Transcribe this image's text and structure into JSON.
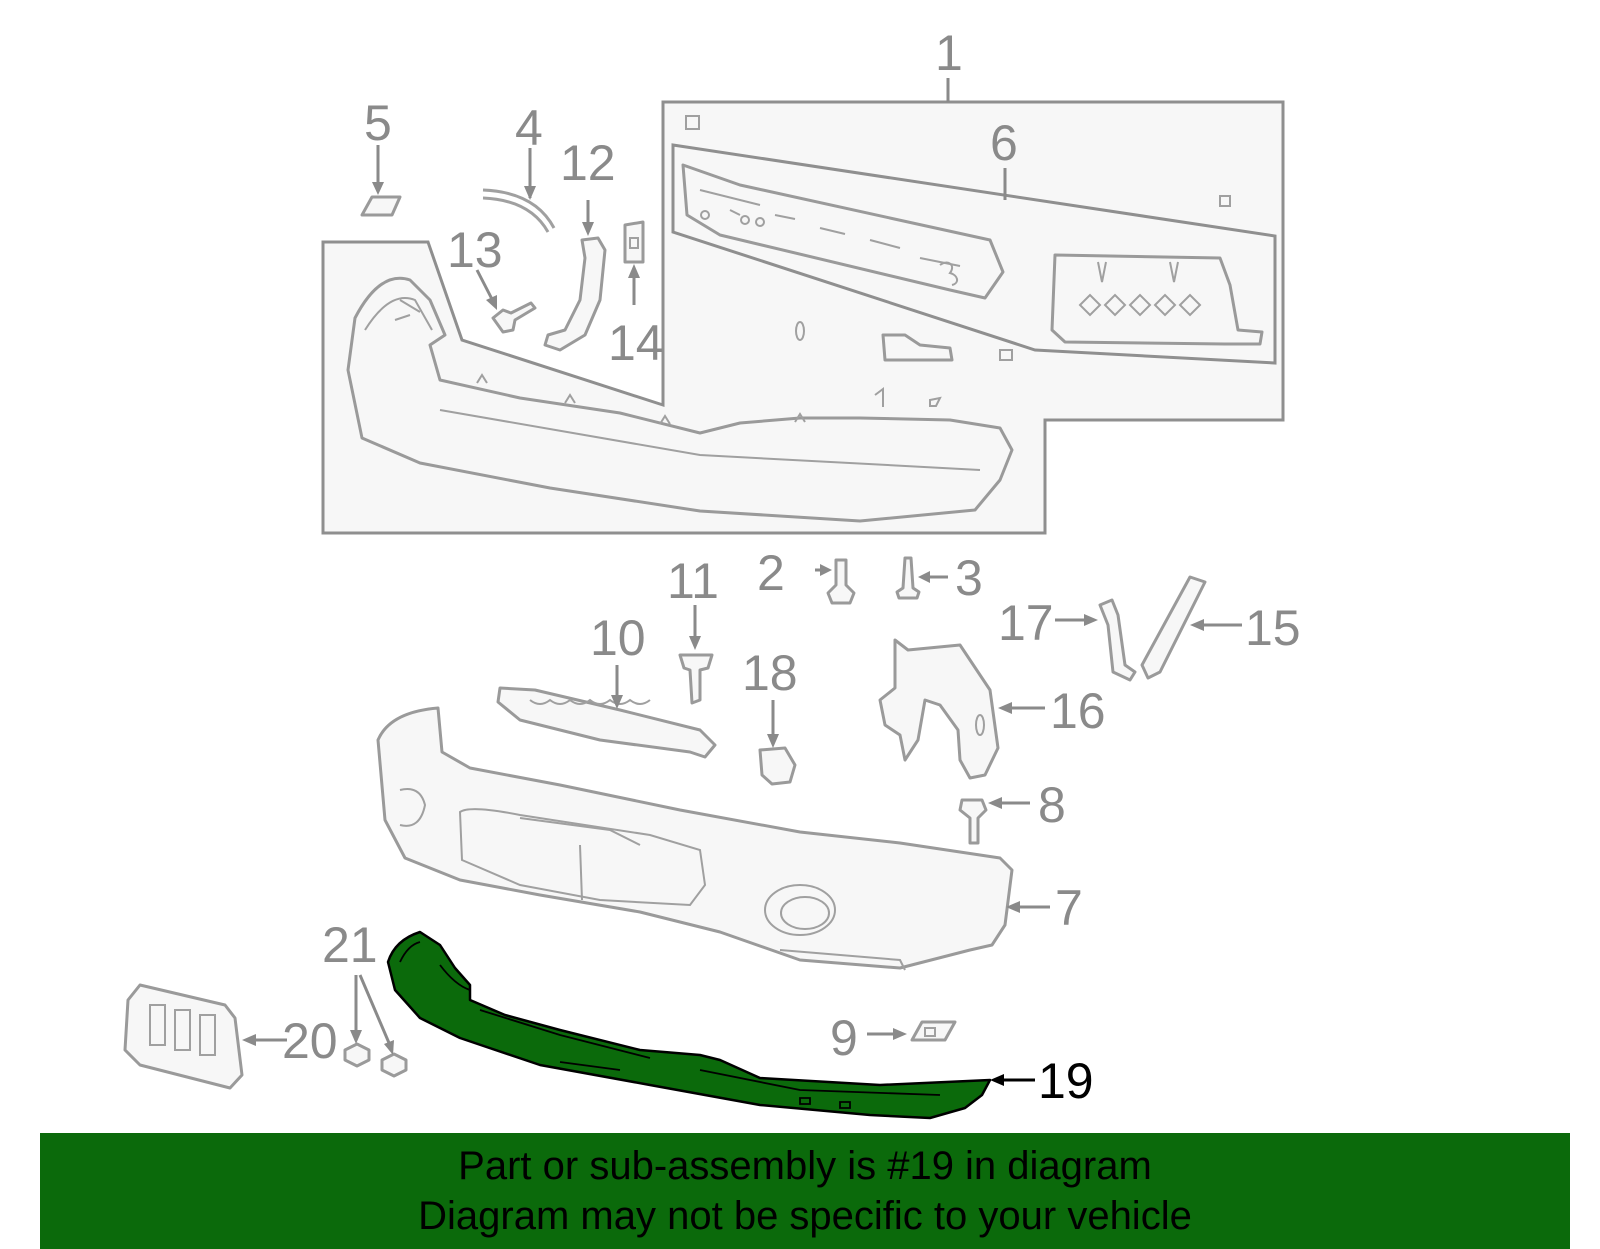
{
  "callouts": {
    "c1": "1",
    "c2": "2",
    "c3": "3",
    "c4": "4",
    "c5": "5",
    "c6": "6",
    "c7": "7",
    "c8": "8",
    "c9": "9",
    "c10": "10",
    "c11": "11",
    "c12": "12",
    "c13": "13",
    "c14": "14",
    "c15": "15",
    "c16": "16",
    "c17": "17",
    "c18": "18",
    "c19": "19",
    "c20": "20",
    "c21": "21"
  },
  "highlighted_part": "19",
  "colors": {
    "highlight": "#0b6a0b",
    "banner": "#0b6a0b",
    "parts": "#9a9a9a"
  },
  "banner": {
    "line1": "Part or sub-assembly is #19 in diagram",
    "line2": "Diagram may not be specific to your vehicle"
  }
}
